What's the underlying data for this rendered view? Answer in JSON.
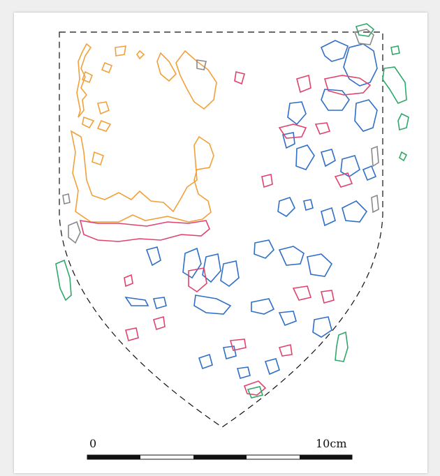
{
  "scale_bar": {
    "start_label": "0",
    "end_label": "10cm",
    "segment_count": 5
  },
  "outline_colors": {
    "outline": "#111111",
    "orange": "#f2a03a",
    "blue": "#2f6fc7",
    "pink": "#e0436e",
    "green": "#2fa86a",
    "grey": "#8a8a8a"
  }
}
